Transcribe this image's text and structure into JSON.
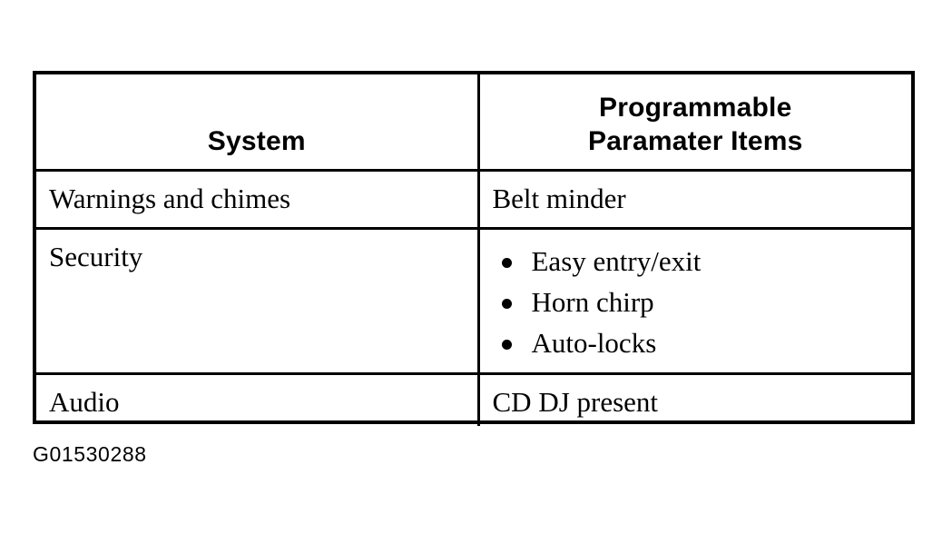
{
  "figure": {
    "caption": "G01530288",
    "colors": {
      "ink": "#000000",
      "page": "#ffffff"
    }
  },
  "table": {
    "headers": {
      "system": "System",
      "items_line1": "Programmable",
      "items_line2": "Paramater Items"
    },
    "rows": [
      {
        "system": "Warnings and chimes",
        "items_text": "Belt minder",
        "items_bullets": []
      },
      {
        "system": "Security",
        "items_text": "",
        "items_bullets": [
          "Easy entry/exit",
          "Horn chirp",
          "Auto-locks"
        ]
      },
      {
        "system": "Audio",
        "items_text": "CD DJ present",
        "items_bullets": []
      }
    ]
  }
}
